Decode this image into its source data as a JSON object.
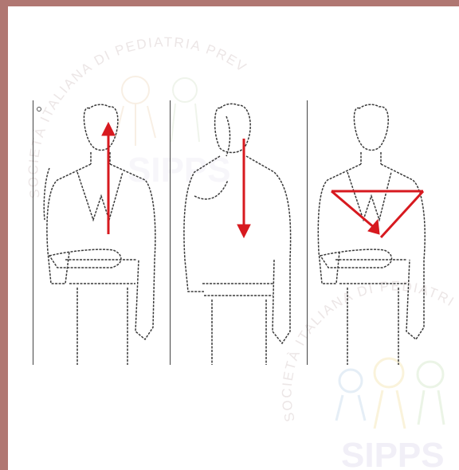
{
  "watermark": {
    "arc_text_top": "SOCIETÀ ITALIANA DI PEDIATRIA PREVENTIVA E SOCIALE",
    "arc_text_bottom": "SOCIETÀ ITALIANA DI PEDIATRIA PREVENTIVA E SOCIALE",
    "brand": "SIPPS"
  },
  "colors": {
    "frame": "#b07772",
    "arrow": "#d7191f",
    "line": "#3a3a3a"
  },
  "panels": [
    {
      "arrow": "upward-arrow"
    },
    {
      "arrow": "downward-arrow"
    },
    {
      "arrow": "triangle-arrow"
    }
  ]
}
